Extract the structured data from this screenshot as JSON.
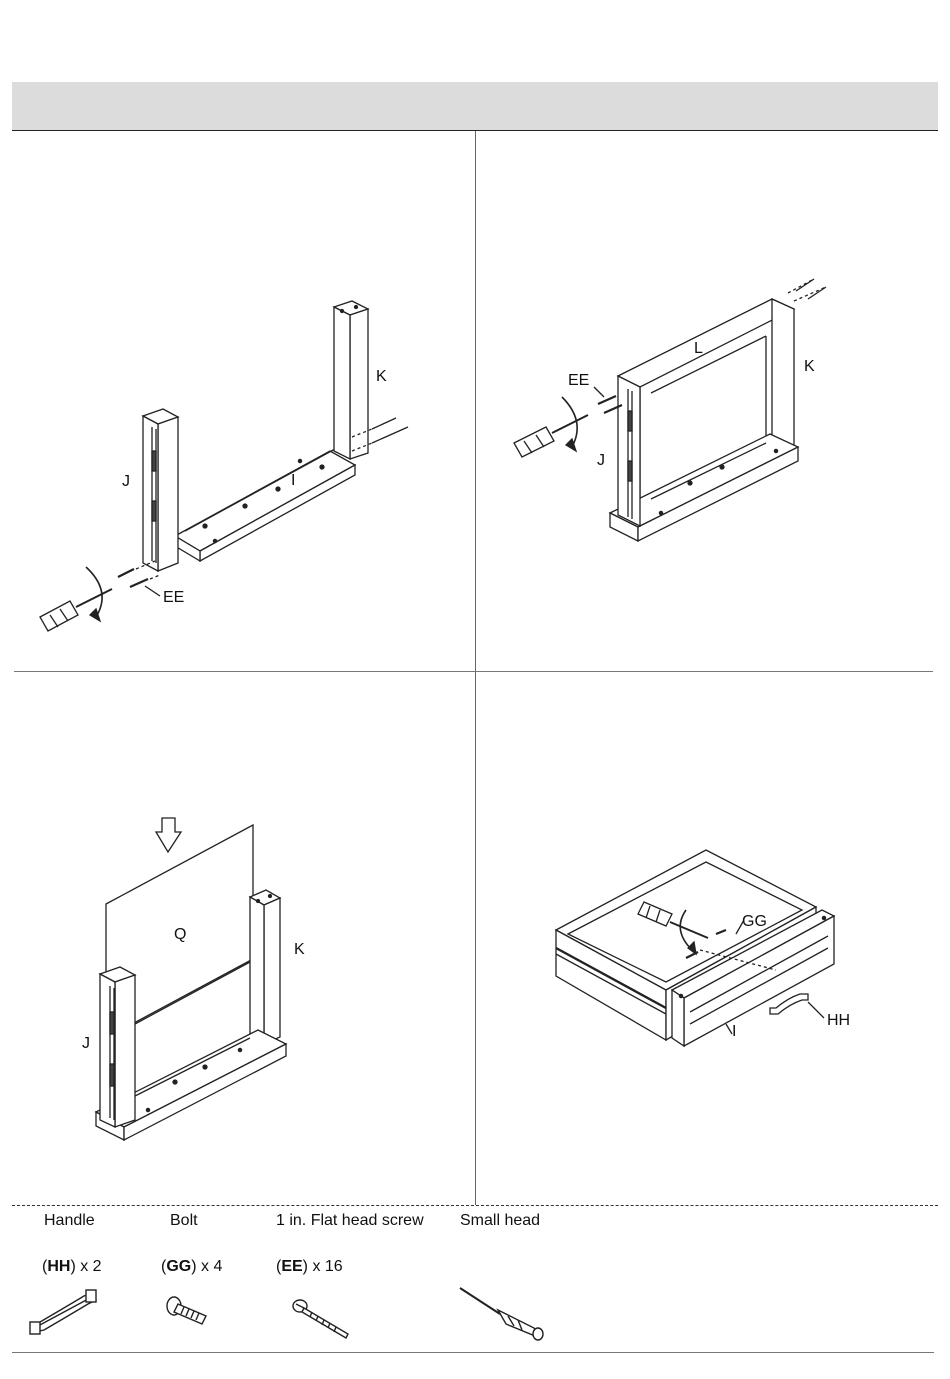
{
  "steps": [
    {
      "labels": {
        "k": "K",
        "j": "J",
        "i": "I",
        "ee": "EE"
      }
    },
    {
      "labels": {
        "l": "L",
        "k": "K",
        "ee": "EE",
        "j": "J"
      }
    },
    {
      "labels": {
        "q": "Q",
        "k": "K",
        "j": "J"
      }
    },
    {
      "labels": {
        "gg": "GG",
        "hh": "HH",
        "i": "I"
      }
    }
  ],
  "parts": [
    {
      "name": "Handle",
      "open": "(",
      "code": "HH",
      "close": ")",
      "qty": " x 2",
      "icon": "handle-icon"
    },
    {
      "name": "Bolt",
      "open": "(",
      "code": "GG",
      "close": ")",
      "qty": " x 4",
      "icon": "bolt-icon"
    },
    {
      "name": "1 in. Flat head screw",
      "open": "(",
      "code": "EE",
      "close": ")",
      "qty": " x 16",
      "icon": "flat-head-screw-icon"
    },
    {
      "name": "Small head",
      "icon": "screwdriver-icon"
    }
  ],
  "colors": {
    "header": "#dcdcdc",
    "line": "#222222"
  }
}
